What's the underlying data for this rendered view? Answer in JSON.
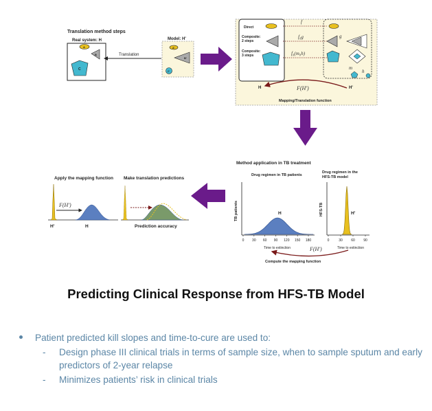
{
  "figure": {
    "top_left": {
      "title": "Translation method steps",
      "real_system": "Real system: H",
      "model": "Model: H'",
      "translation": "Translation",
      "shape_a": "A",
      "shape_b": "B",
      "shape_c": "C",
      "shape_a2": "A'",
      "shape_b2": "B'",
      "shape_c2": "C'"
    },
    "top_right": {
      "direct": "Direct",
      "composite2": "Composite:\n2 steps",
      "composite3": "Composite:\n3 steps",
      "f": "f",
      "f_g": "f₀g",
      "f_m_h": "f₀(m₀h)",
      "g": "g",
      "m": "m",
      "h": "h",
      "H": "H",
      "H_prime": "H'",
      "FH": "F(H')",
      "mapping_label": "Mapping/Translation function"
    },
    "middle": {
      "title": "Method application in TB treatment",
      "regimen_patients": "Drug regimen in TB patients",
      "regimen_model": "Drug regimen in the\nHFS-TB model",
      "ylabel_patients": "TB patients",
      "ylabel_model": "HFS-TB",
      "H": "H",
      "H_prime": "H'",
      "xticks_patients": [
        "0",
        "30",
        "60",
        "90",
        "120",
        "150",
        "180"
      ],
      "xticks_model": [
        "0",
        "30",
        "60",
        "90"
      ],
      "xlabel": "Time to extinction",
      "FH": "F(H')",
      "compute": "Compute the mapping function"
    },
    "left": {
      "apply": "Apply the mapping function",
      "predict": "Make translation predictions",
      "FH": "F(H')",
      "H_prime": "H'",
      "H": "H",
      "accuracy": "Prediction accuracy"
    }
  },
  "title": "Predicting Clinical Response from HFS-TB Model",
  "bullet": "Patient predicted kill slopes and time-to-cure are used to:",
  "subbullets": [
    "Design phase III clinical trials in terms of sample size, when to sample sputum and early predictors of 2-year relapse",
    "Minimizes patients’ risk in clinical trials"
  ],
  "colors": {
    "title_text": "#111111",
    "bullet_text": "#5b86a6",
    "arrow_purple": "#6a1b8a",
    "curve_blue": "#5b7fc0",
    "curve_yellow": "#e8c020",
    "mapping_arrow": "#7a1a1a",
    "shape_teal": "#43b8cf",
    "box_cream": "#fbf6dc"
  }
}
